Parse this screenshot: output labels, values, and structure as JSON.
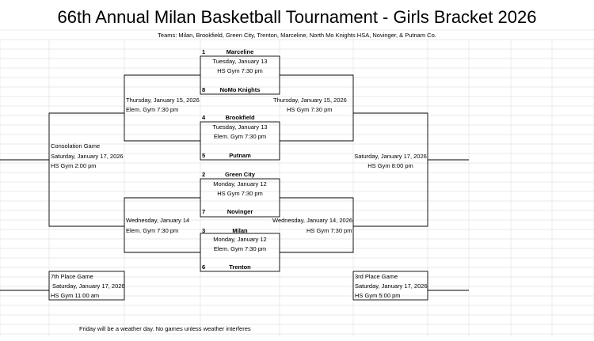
{
  "title": "66th Annual Milan Basketball Tournament - Girls Bracket 2026",
  "teams": "Teams:  Milan, Brookfield, Green City, Trenton, Marceline, North Mo Knights HSA, Novinger, & Putnam Co.",
  "games": [
    {
      "top_seed": "1",
      "top_team": "Marceline",
      "date": "Tuesday, January 13",
      "location": "HS Gym 7:30 pm",
      "bottom_seed": "8",
      "bottom_team": "NoMo Knights"
    },
    {
      "top_seed": "4",
      "top_team": "Brookfield",
      "date": "Tuesday, January 13",
      "location": "Elem. Gym 7:30 pm",
      "bottom_seed": "5",
      "bottom_team": "Putnam"
    },
    {
      "top_seed": "2",
      "top_team": "Green City",
      "date": "Monday, January 12",
      "location": "HS Gym 7:30 pm",
      "bottom_seed": "7",
      "bottom_team": "Novinger"
    },
    {
      "top_seed": "3",
      "top_team": "Milan",
      "date": "Monday, January 12",
      "location": "Elem. Gym 7:30 pm",
      "bottom_seed": "6",
      "bottom_team": "Trenton"
    }
  ],
  "left_upper": {
    "date": "Thursday, January 15, 2026",
    "location": "Elem. Gym 7:30 pm"
  },
  "left_lower": {
    "date": "Wednesday, January 14",
    "location": "Elem. Gym 7:30 pm"
  },
  "right_upper": {
    "date": "Thursday, January 15, 2026",
    "location": "HS Gym 7:30 pm"
  },
  "right_lower": {
    "date": "Wednesday, January 14, 2026",
    "location": "HS Gym 7:30 pm"
  },
  "consolation": {
    "label": "Consolation Game",
    "date": "Saturday, January 17, 2026",
    "location": "HS Gym 2:00 pm"
  },
  "championship": {
    "date": "Saturday, January 17, 2026",
    "location": "HS Gym 8:00 pm"
  },
  "seventh_place": {
    "label": "7th Place Game",
    "date": "Saturday, January 17, 2026",
    "location": "HS Gym 11:00 am"
  },
  "third_place": {
    "label": "3rd Place Game",
    "date": "Saturday, January 17, 2026",
    "location": "HS Gym 5:00 pm"
  },
  "footer": "Friday will be a weather day.  No games unless weather interferes"
}
